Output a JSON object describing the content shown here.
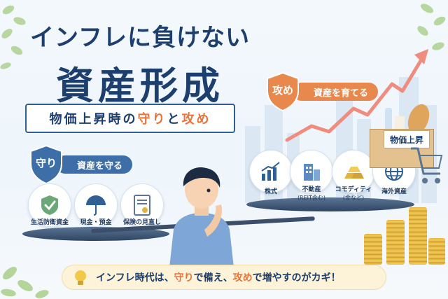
{
  "title": {
    "line1": "インフレに負けない",
    "line2": "資産形成"
  },
  "subtitle": {
    "part1": "物価上昇時の",
    "part2": "守り",
    "part3": "と",
    "part4": "攻め"
  },
  "defense": {
    "badge": "守り",
    "pill": "資産を守る",
    "items": [
      {
        "label": "生活防衛資金",
        "icon": "shield-check-icon"
      },
      {
        "label": "現金・預金",
        "icon": "umbrella-icon"
      },
      {
        "label": "保険の見直し",
        "icon": "document-icon"
      }
    ]
  },
  "offense": {
    "badge": "攻め",
    "pill": "資産を育てる",
    "items": [
      {
        "label": "株式",
        "sub": "",
        "icon": "bar-chart-icon"
      },
      {
        "label": "不動産",
        "sub": "(REIT含む)",
        "icon": "building-icon"
      },
      {
        "label": "コモディティ",
        "sub": "(金など)",
        "icon": "gold-bars-icon"
      },
      {
        "label": "海外資産",
        "sub": "",
        "icon": "globe-icon"
      }
    ]
  },
  "cart": {
    "label": "物価上昇"
  },
  "banner": {
    "part1": "インフレ時代は、",
    "part2": "守り",
    "part3": "で備え、",
    "part4": "攻め",
    "part5": "で増やすのがカギ！"
  },
  "colors": {
    "navy": "#1d3f6e",
    "blue": "#3e6ea8",
    "orange": "#e8743b",
    "gold": "#e3b43c"
  }
}
